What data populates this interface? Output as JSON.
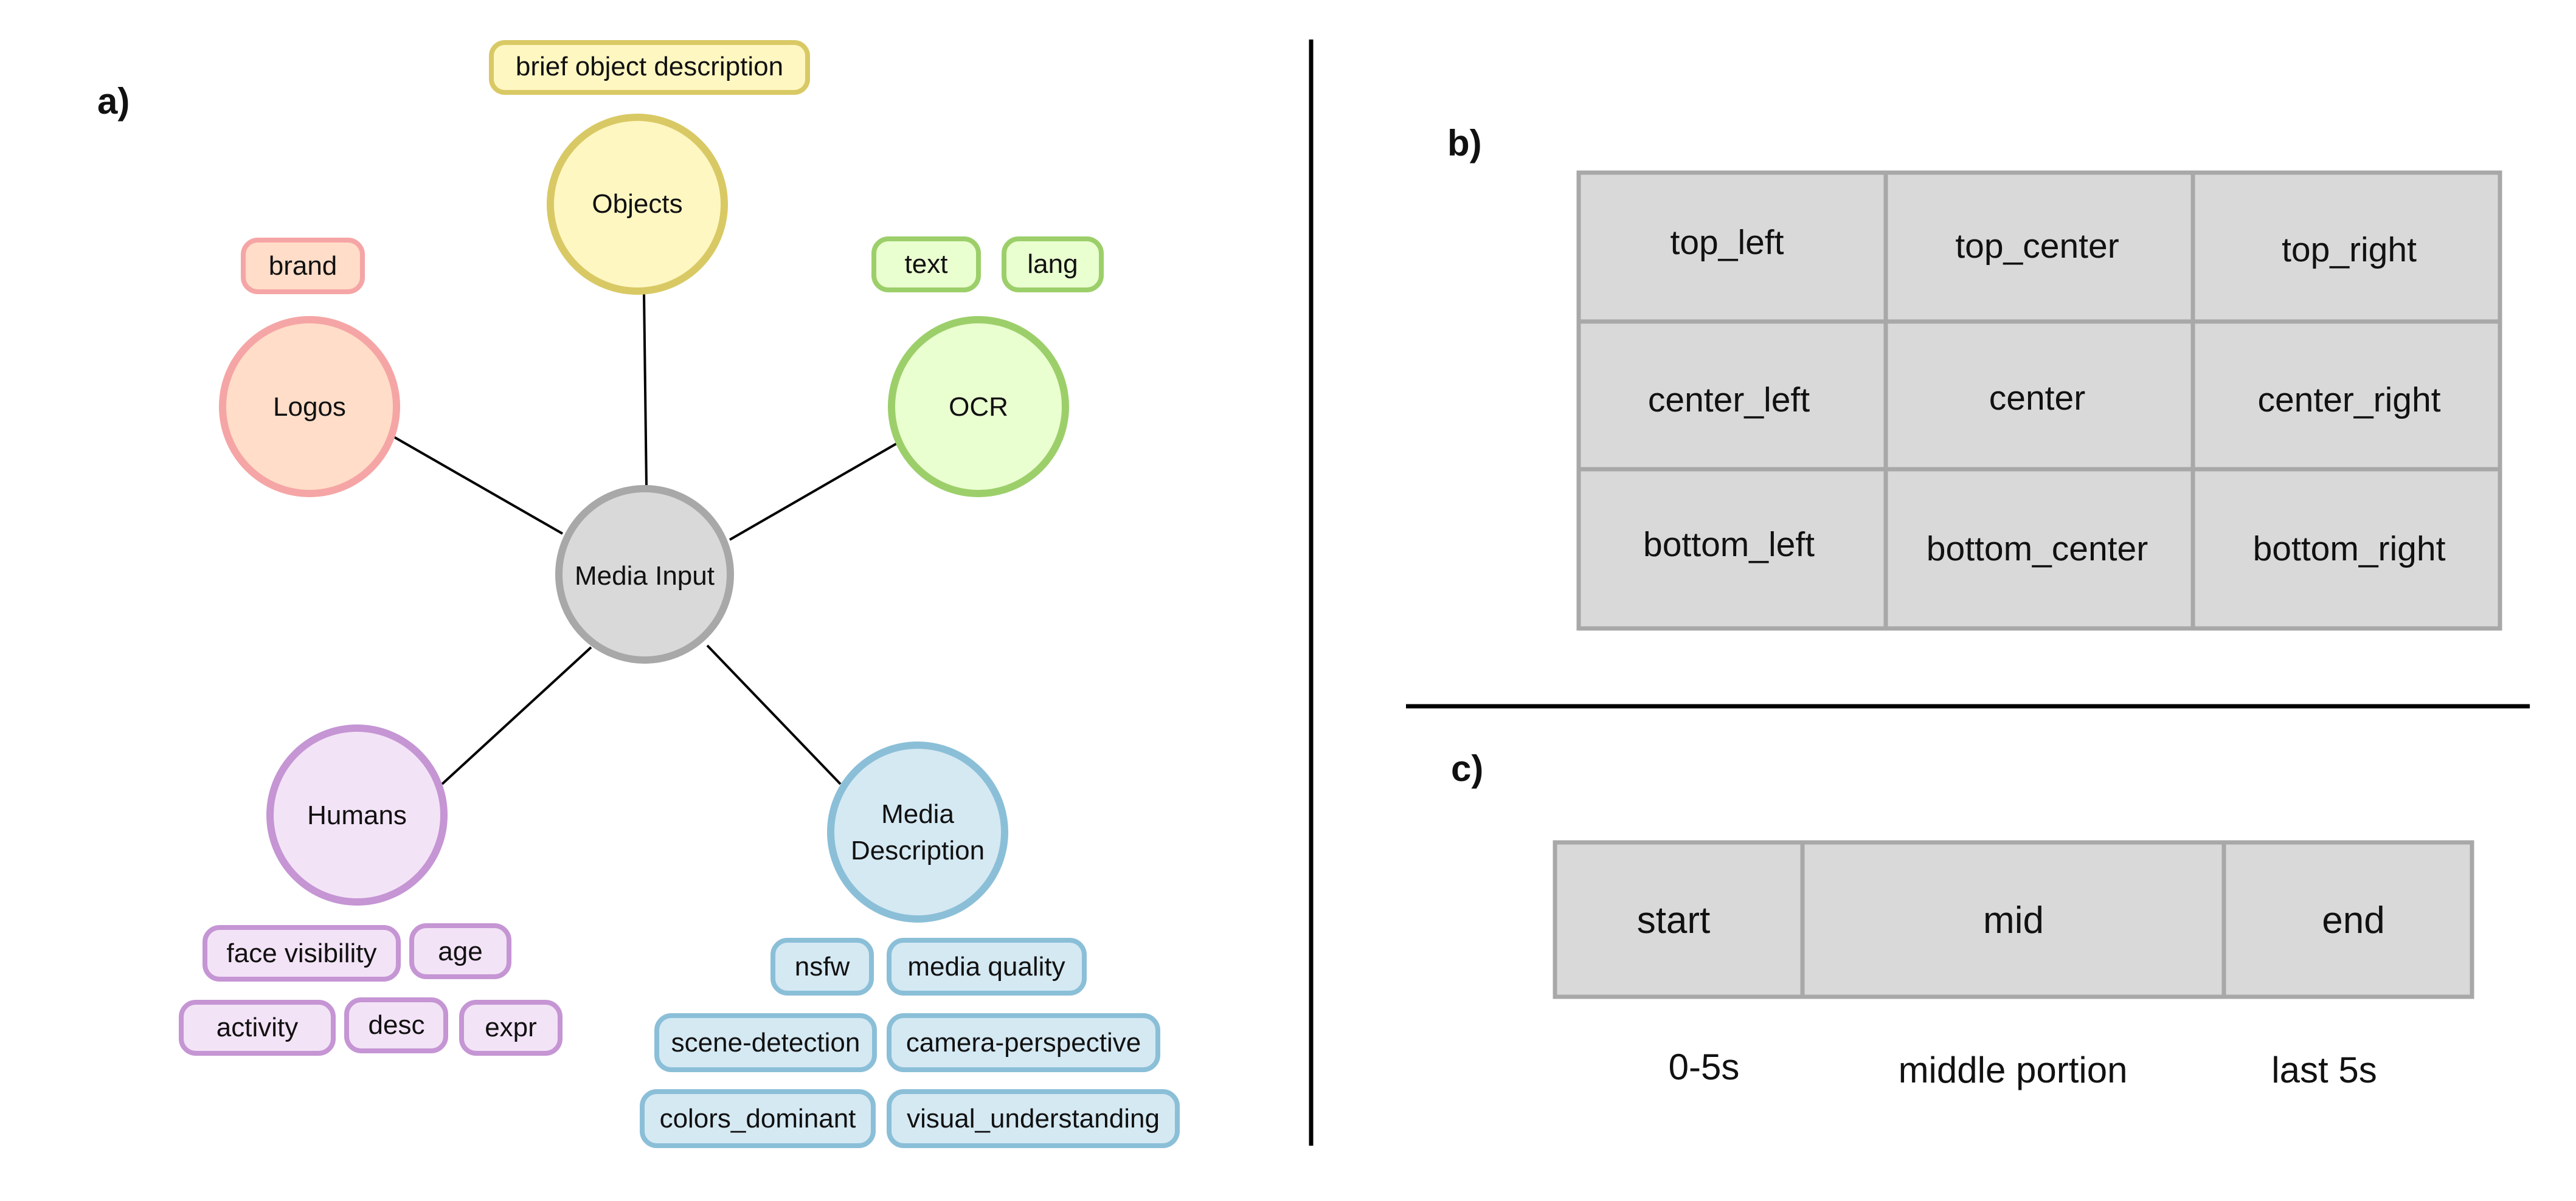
{
  "panel_a": {
    "label": "a)",
    "hub": {
      "label": "Media Input",
      "fill": "#d9d9d9",
      "stroke": "#a8a8a8"
    },
    "nodes": [
      {
        "id": "objects",
        "lines": [
          "Objects"
        ],
        "fill": "#fff7c2",
        "stroke": "#d9c965",
        "tags": [
          "brief object description"
        ]
      },
      {
        "id": "logos",
        "lines": [
          "Logos"
        ],
        "fill": "#ffddc8",
        "stroke": "#f5a5a5",
        "tags": [
          "brand"
        ]
      },
      {
        "id": "ocr",
        "lines": [
          "OCR"
        ],
        "fill": "#eaffd0",
        "stroke": "#9ccf6a",
        "tags": [
          "text",
          "lang"
        ]
      },
      {
        "id": "humans",
        "lines": [
          "Humans"
        ],
        "fill": "#f3e3f6",
        "stroke": "#c595d4",
        "tags": [
          "face visibility",
          "age",
          "activity",
          "desc",
          "expr"
        ]
      },
      {
        "id": "media-description",
        "lines": [
          "Media",
          "Description"
        ],
        "fill": "#d5e9f3",
        "stroke": "#8bbfd8",
        "tags": [
          "nsfw",
          "media quality",
          "scene-detection",
          "camera-perspective",
          "colors_dominant",
          "visual_understanding"
        ]
      }
    ]
  },
  "panel_b": {
    "label": "b)",
    "cell_fill": "#d9d9d9",
    "cell_stroke": "#a8a8a8",
    "grid": [
      [
        "top_left",
        "top_center",
        "top_right"
      ],
      [
        "center_left",
        "center",
        "center_right"
      ],
      [
        "bottom_left",
        "bottom_center",
        "bottom_right"
      ]
    ]
  },
  "panel_c": {
    "label": "c)",
    "segments": [
      {
        "label": "start",
        "caption": "0-5s"
      },
      {
        "label": "mid",
        "caption": "middle portion"
      },
      {
        "label": "end",
        "caption": "last 5s"
      }
    ]
  },
  "divider_color": "#000000"
}
